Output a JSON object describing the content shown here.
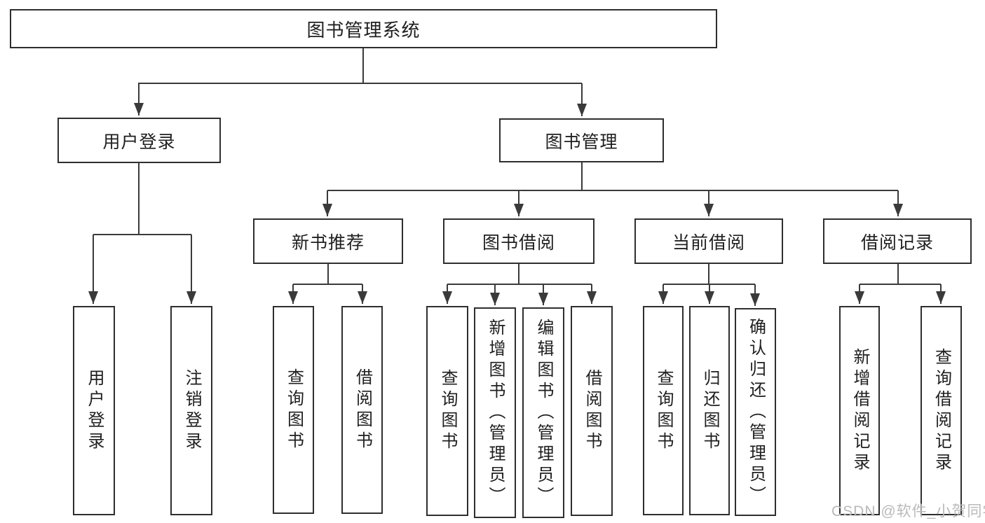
{
  "tree": {
    "root_label": "图书管理系统",
    "branches": [
      {
        "label": "用户登录",
        "children": [
          {
            "label": "用户登录"
          },
          {
            "label": "注销登录"
          }
        ]
      },
      {
        "label": "图书管理",
        "groups": [
          {
            "label": "新书推荐",
            "children": [
              {
                "label": "查询图书"
              },
              {
                "label": "借阅图书"
              }
            ]
          },
          {
            "label": "图书借阅",
            "children": [
              {
                "label": "查询图书"
              },
              {
                "label": "新增图书（管理员）"
              },
              {
                "label": "编辑图书（管理员）"
              },
              {
                "label": "借阅图书"
              }
            ]
          },
          {
            "label": "当前借阅",
            "children": [
              {
                "label": "查询图书"
              },
              {
                "label": "归还图书"
              },
              {
                "label": "确认归还（管理员）"
              }
            ]
          },
          {
            "label": "借阅记录",
            "children": [
              {
                "label": "新增借阅记录"
              },
              {
                "label": "查询借阅记录"
              }
            ]
          }
        ]
      }
    ]
  },
  "watermark": "CSDN @软件_小贺同学",
  "colors": {
    "line": "#3a3a3a",
    "border": "#2e2e2e",
    "text": "#1f1f1f",
    "watermark": "#b9b9b9",
    "background": "#ffffff"
  }
}
